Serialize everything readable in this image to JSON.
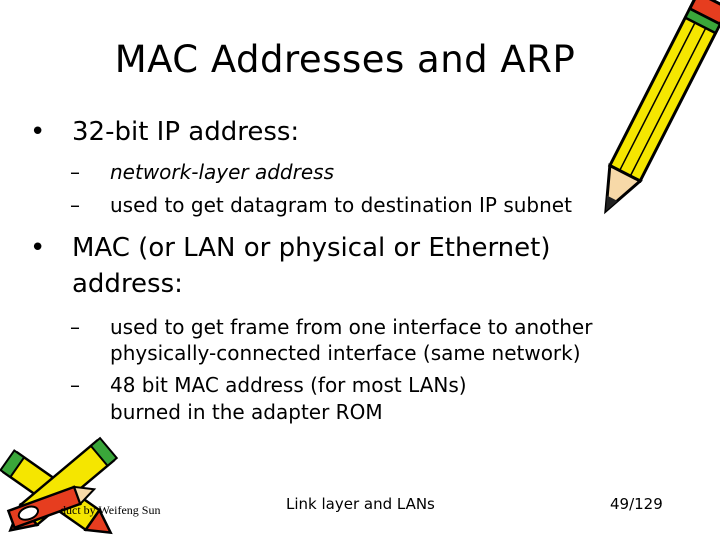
{
  "slide": {
    "title": "MAC Addresses and ARP",
    "bullets": [
      {
        "text": "32-bit IP address:",
        "sub": [
          "network-layer address",
          "used to get datagram to destination IP subnet"
        ]
      },
      {
        "text_line1": "MAC (or LAN or physical or Ethernet)",
        "text_line2": "address:",
        "sub": [
          {
            "line1": "used to get frame from one interface to another",
            "line2": "physically-connected interface (same network)"
          },
          {
            "line1": "48 bit MAC address (for most LANs)",
            "line2": "burned in the adapter ROM"
          }
        ]
      }
    ],
    "bullet_glyph": "•",
    "dash_glyph": "–",
    "footer": {
      "left": "duct by Weifeng Sun",
      "center": "Link layer and LANs",
      "right": "49/129"
    }
  },
  "decor": {
    "right_pencil_icon": "pencil-clipart-icon",
    "left_pencils_icon": "crossed-pencils-clipart-icon",
    "pencil_body_color": "#f5e600",
    "pencil_tip_color": "#e63d1f",
    "pencil_band_color": "#3aa63a"
  }
}
